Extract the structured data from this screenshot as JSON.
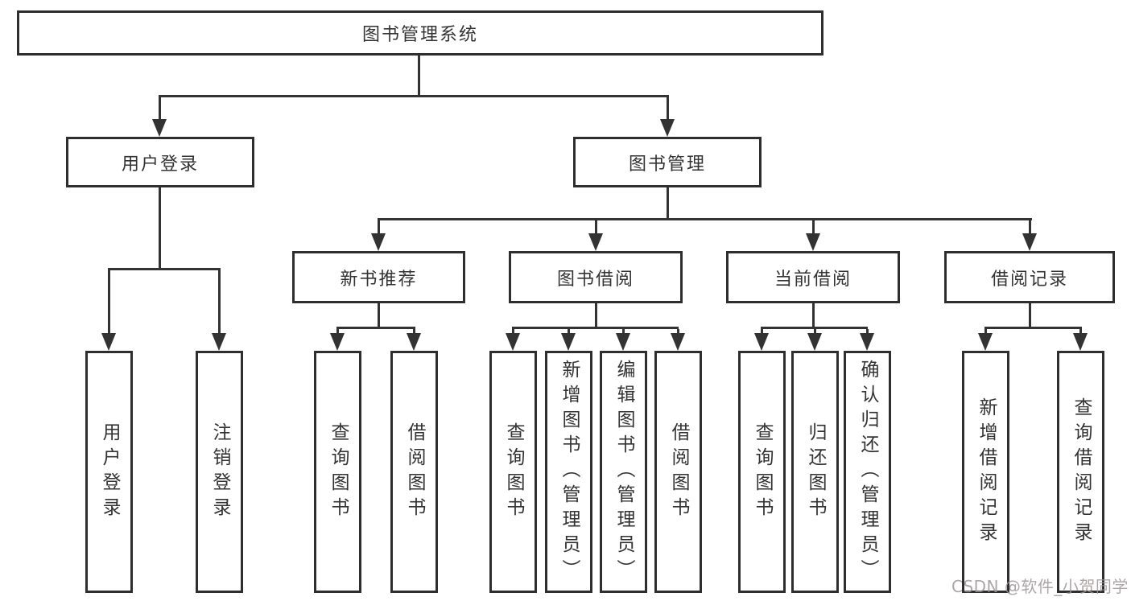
{
  "diagram_title": "图书管理系统",
  "colors": {
    "line": "#333333",
    "box_border": "#2e2e2e",
    "text": "#333333",
    "background": "#ffffff",
    "watermark": "#9e9696"
  },
  "root": {
    "label": "图书管理系统"
  },
  "level2": {
    "user_login": {
      "label": "用户登录"
    },
    "book_mgmt": {
      "label": "图书管理"
    }
  },
  "level3": {
    "new_books": {
      "label": "新书推荐",
      "parent": "图书管理"
    },
    "book_borrow": {
      "label": "图书借阅",
      "parent": "图书管理"
    },
    "current_borrow": {
      "label": "当前借阅",
      "parent": "图书管理"
    },
    "borrow_records": {
      "label": "借阅记录",
      "parent": "图书管理"
    }
  },
  "leaves": {
    "ul_login": {
      "label": "用户登录",
      "parent": "用户登录"
    },
    "ul_logout": {
      "label": "注销登录",
      "parent": "用户登录"
    },
    "nb_query": {
      "label": "查询图书",
      "parent": "新书推荐"
    },
    "nb_borrow": {
      "label": "借阅图书",
      "parent": "新书推荐"
    },
    "bb_query": {
      "label": "查询图书",
      "parent": "图书借阅"
    },
    "bb_add": {
      "label": "新增图书（管理员）",
      "parent": "图书借阅"
    },
    "bb_edit": {
      "label": "编辑图书（管理员）",
      "parent": "图书借阅"
    },
    "bb_borrow": {
      "label": "借阅图书",
      "parent": "图书借阅"
    },
    "cb_query": {
      "label": "查询图书",
      "parent": "当前借阅"
    },
    "cb_return": {
      "label": "归还图书",
      "parent": "当前借阅"
    },
    "cb_confirm": {
      "label": "确认归还（管理员）",
      "parent": "当前借阅"
    },
    "br_add": {
      "label": "新增借阅记录",
      "parent": "借阅记录"
    },
    "br_query": {
      "label": "查询借阅记录",
      "parent": "借阅记录"
    }
  },
  "watermark": {
    "text": "CSDN @软件_小贺同学"
  }
}
